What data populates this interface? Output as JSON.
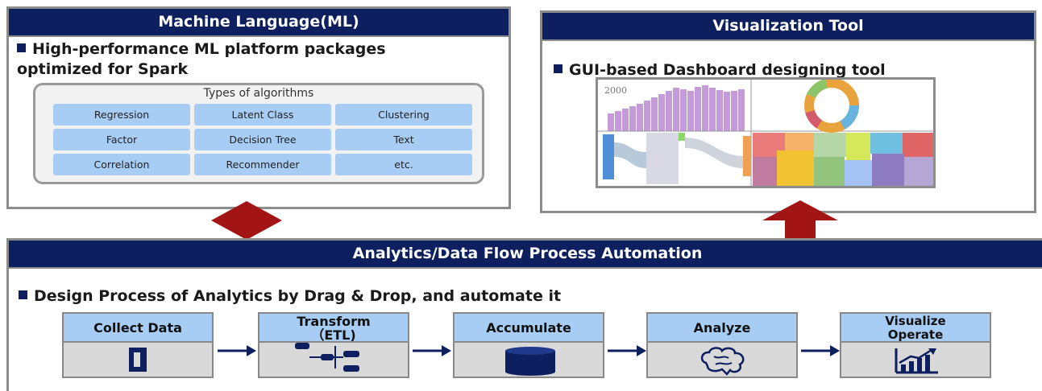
{
  "ml": {
    "header": "Machine Language(ML)",
    "bullet_line1": "High-performance ML platform  packages",
    "bullet_line2": "optimized for Spark",
    "algo_title": "Types of algorithms",
    "algorithms": [
      "Regression",
      "Latent Class",
      "Clustering",
      "Factor",
      "Decision Tree",
      "Text",
      "Correlation",
      "Recommender",
      "etc."
    ]
  },
  "viz": {
    "header": "Visualization Tool",
    "bullet": "GUI-based Dashboard designing tool",
    "chart_label": "2000"
  },
  "flow": {
    "header": "Analytics/Data Flow Process Automation",
    "bullet": "Design Process of Analytics by Drag & Drop, and automate it",
    "steps": [
      {
        "label": "Collect Data"
      },
      {
        "label_line1": "Transform",
        "label_line2": "（ETL)"
      },
      {
        "label": "Accumulate"
      },
      {
        "label": "Analyze"
      },
      {
        "label_line1": "Visualize",
        "label_line2": "Operate"
      }
    ]
  },
  "colors": {
    "header_bg": "#0d1f5e",
    "cell_bg": "#a8cdf5",
    "connector_red": "#a31515"
  }
}
